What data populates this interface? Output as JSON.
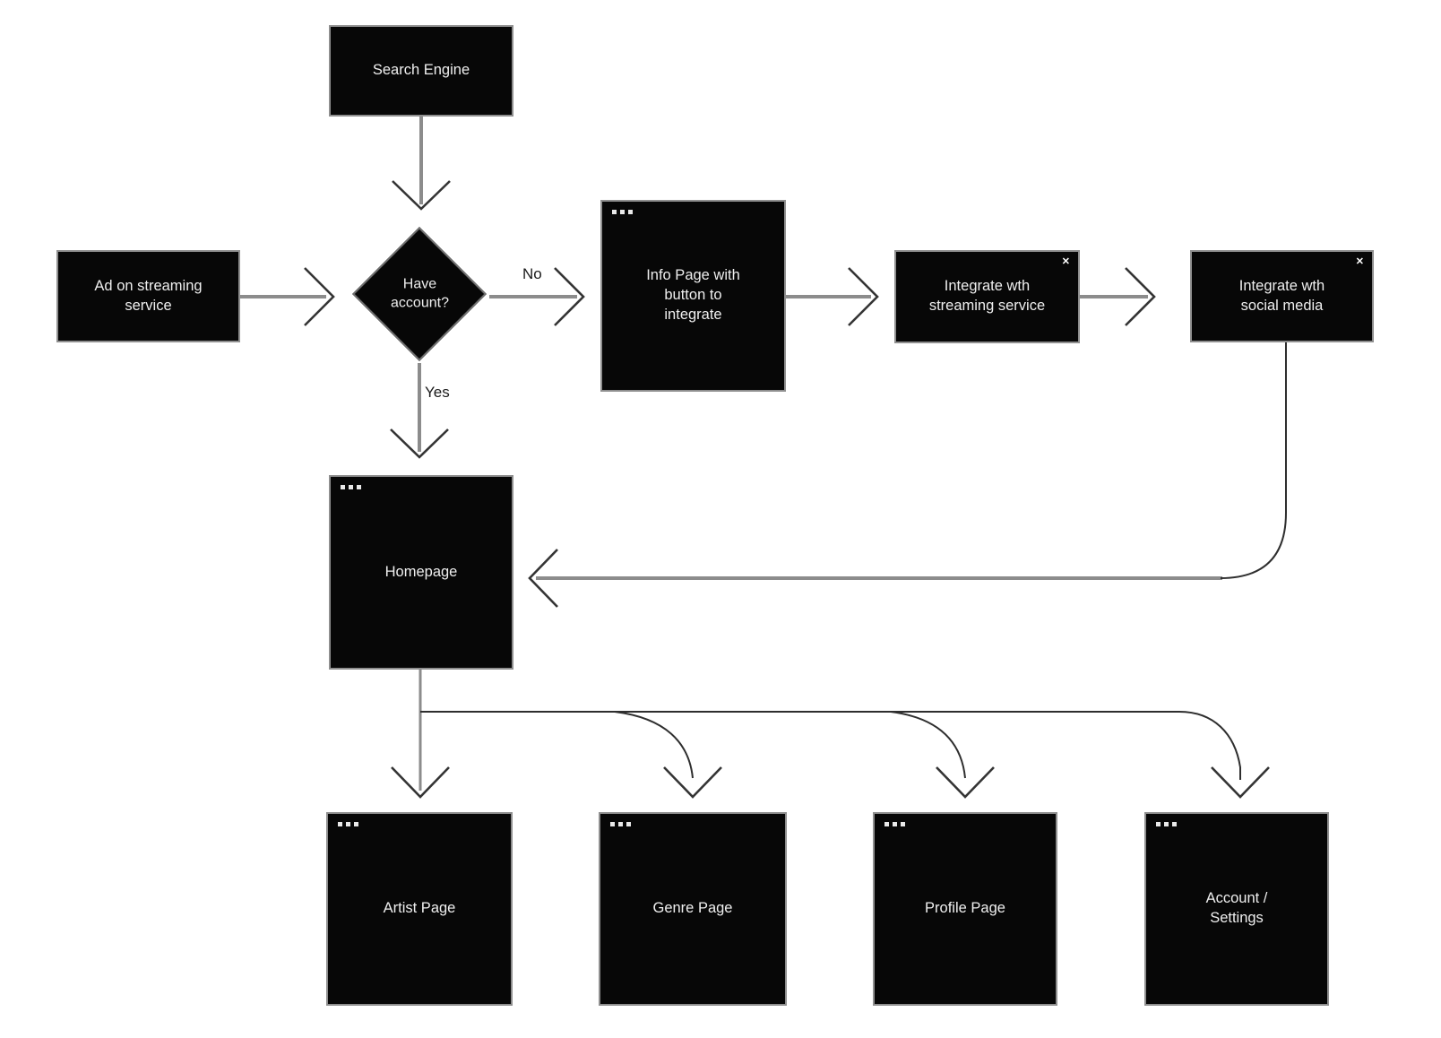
{
  "diagram": {
    "nodes": {
      "search_engine": {
        "label": "Search Engine"
      },
      "ad_streaming": {
        "label": "Ad on streaming service"
      },
      "have_account": {
        "label": "Have account?"
      },
      "info_page": {
        "label": "Info Page with button to integrate"
      },
      "integrate_streaming": {
        "label": "Integrate wth streaming service"
      },
      "integrate_social": {
        "label": "Integrate wth social media"
      },
      "homepage": {
        "label": "Homepage"
      },
      "artist_page": {
        "label": "Artist Page"
      },
      "genre_page": {
        "label": "Genre Page"
      },
      "profile_page": {
        "label": "Profile Page"
      },
      "account_settings": {
        "label": "Account / Settings"
      }
    },
    "edge_labels": {
      "no": "No",
      "yes": "Yes"
    },
    "icons": {
      "window_menu": "ellipsis-dots-icon",
      "close_glyph": "✕"
    },
    "colors": {
      "canvas": "#ffffff",
      "node_fill": "#070707",
      "node_border": "#8f8f8f",
      "node_text": "#efefef",
      "connector_thick": "#8c8c8c",
      "connector_thin": "#2e2e2e"
    }
  }
}
